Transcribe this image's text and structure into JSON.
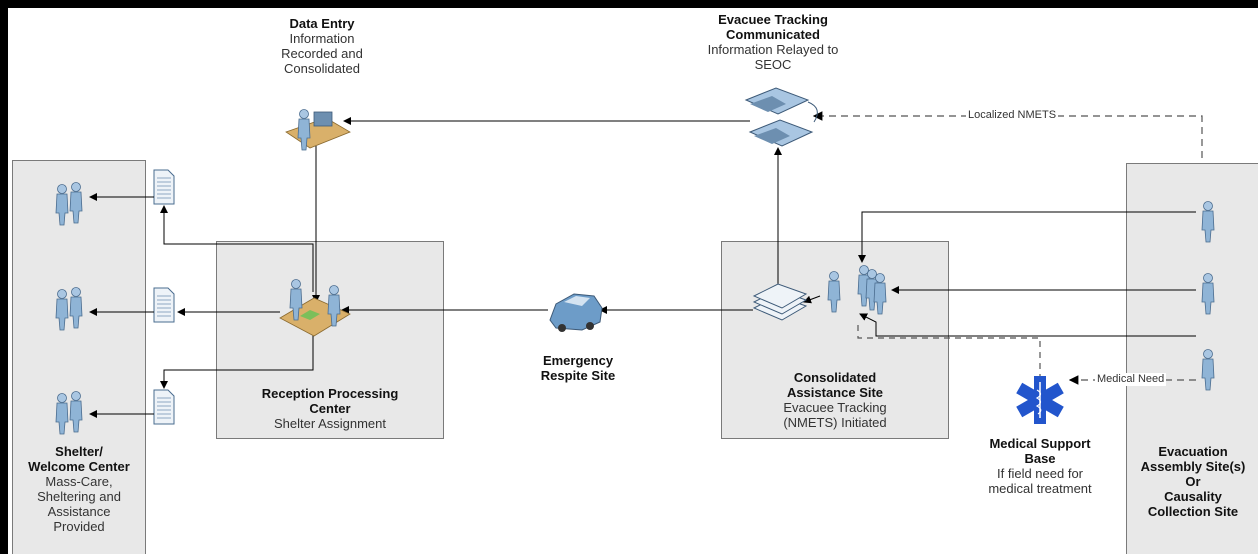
{
  "labels": {
    "data_entry": {
      "title": "Data Entry",
      "line1": "Information",
      "line2": "Recorded and",
      "line3": "Consolidated"
    },
    "tracking": {
      "title1": "Evacuee Tracking",
      "title2": "Communicated",
      "line1": "Information Relayed to",
      "line2": "SEOC"
    },
    "shelter": {
      "title1": "Shelter/",
      "title2": "Welcome Center",
      "line1": "Mass-Care,",
      "line2": "Sheltering and",
      "line3": "Assistance",
      "line4": "Provided"
    },
    "reception": {
      "title1": "Reception Processing",
      "title2": "Center",
      "line1": "Shelter Assignment"
    },
    "respite": {
      "title1": "Emergency",
      "title2": "Respite Site"
    },
    "consolidated": {
      "title1": "Consolidated",
      "title2": "Assistance Site",
      "line1": "Evacuee Tracking",
      "line2": "(NMETS) Initiated"
    },
    "medical": {
      "title1": "Medical Support",
      "title2": "Base",
      "line1": "If field need for",
      "line2": "medical treatment"
    },
    "assembly": {
      "title1": "Evacuation",
      "title2": "Assembly Site(s)",
      "title3": "Or",
      "title4": "Causality",
      "title5": "Collection Site"
    }
  },
  "flow_labels": {
    "localized": "Localized NMETS",
    "medical_need": "Medical Need"
  },
  "colors": {
    "box_fill": "#e8e8e8",
    "person": "#8fb4d6",
    "star": "#2255cc",
    "line": "#000000"
  }
}
